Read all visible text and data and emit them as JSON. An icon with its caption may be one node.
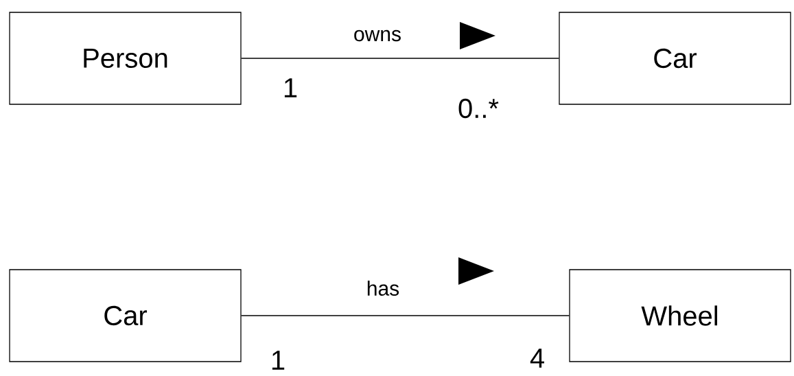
{
  "diagram": {
    "nodes": [
      {
        "text": [
          "Person"
        ]
      },
      {
        "text": [
          "Car"
        ]
      },
      {
        "text": [
          "Car"
        ]
      },
      {
        "text": [
          "Wheel"
        ]
      }
    ],
    "edges": [
      {
        "from": 0,
        "to": 1,
        "arrow": "none",
        "label": "owns"
      },
      {
        "from": 2,
        "to": 3,
        "arrow": "none",
        "label": "has"
      }
    ],
    "labels": [
      "1",
      "0..*",
      "1",
      "4"
    ]
  }
}
